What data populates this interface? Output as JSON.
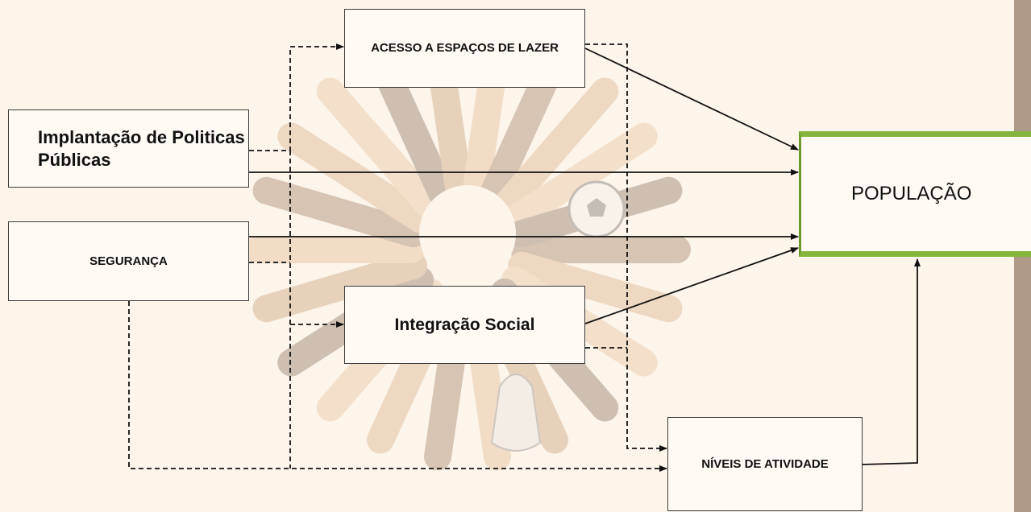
{
  "diagram": {
    "nodes": {
      "acesso": "ACESSO A ESPAÇOS DE LAZER",
      "implantacao": "Implantação de Politicas Públicas",
      "seguranca": "SEGURANÇA",
      "integracao": "Integração Social",
      "populacao": "POPULAÇÃO",
      "niveis": "NÍVEIS DE ATIVIDADE"
    },
    "edges": [
      {
        "from": "implantacao",
        "to": "populacao",
        "style": "solid"
      },
      {
        "from": "seguranca",
        "to": "populacao",
        "style": "solid"
      },
      {
        "from": "acesso",
        "to": "populacao",
        "style": "solid"
      },
      {
        "from": "integracao",
        "to": "populacao",
        "style": "solid"
      },
      {
        "from": "niveis",
        "to": "populacao",
        "style": "solid"
      },
      {
        "from": "implantacao",
        "to": "acesso",
        "style": "dashed"
      },
      {
        "from": "seguranca",
        "to": "integracao",
        "style": "dashed"
      },
      {
        "from": "seguranca",
        "to": "niveis",
        "style": "dashed"
      },
      {
        "from": "acesso",
        "to": "niveis",
        "style": "dashed"
      },
      {
        "from": "integracao",
        "to": "niveis",
        "style": "dashed"
      }
    ]
  },
  "background": {
    "watermark": "hands-circle-illustration",
    "colors": {
      "page": "#fdf4ea",
      "accent_green": "#86b53e",
      "strip": "#b09a87"
    }
  }
}
